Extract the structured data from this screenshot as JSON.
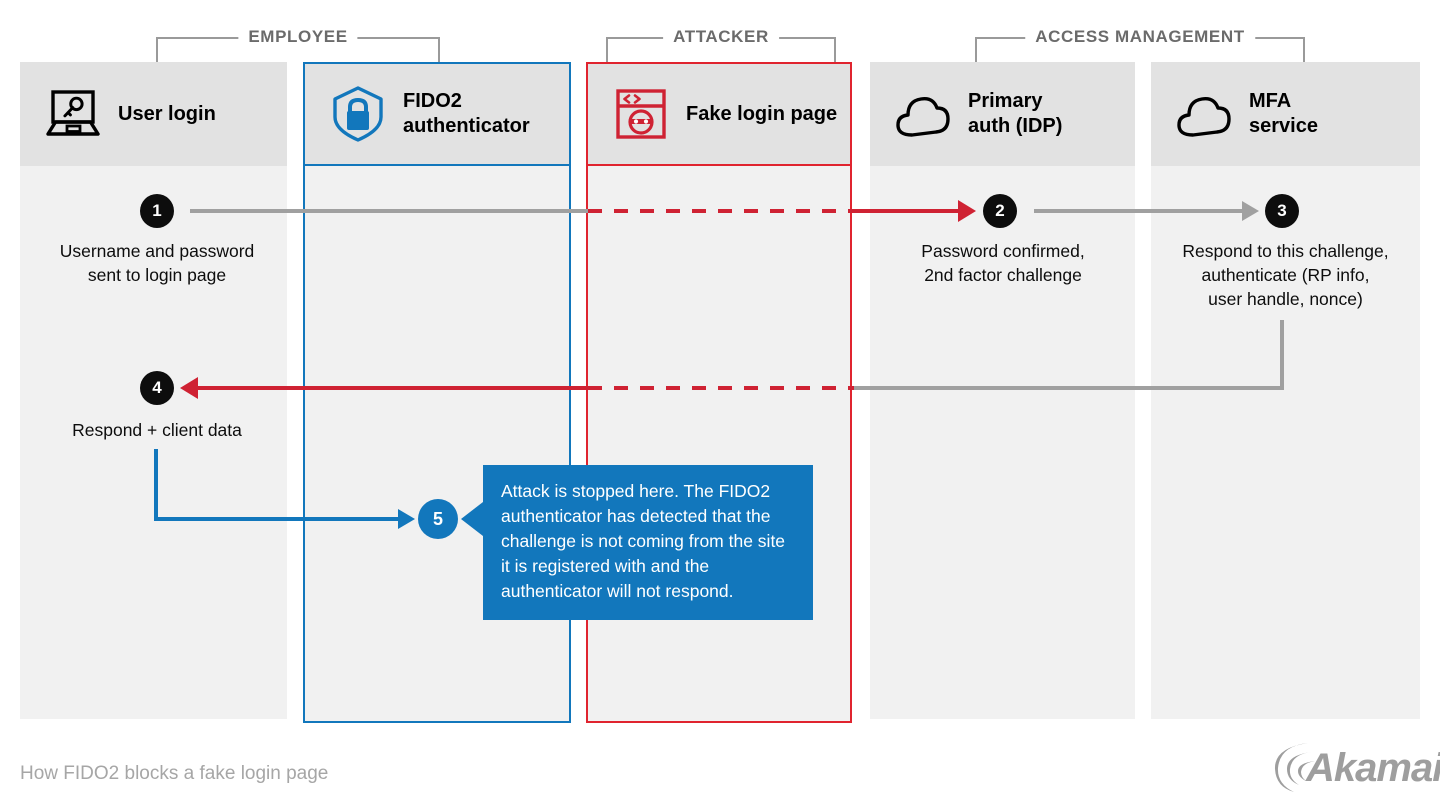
{
  "caption": "How FIDO2 blocks a fake login page",
  "brand": {
    "name": "Akamai",
    "logo_color": "#9e9e9e"
  },
  "colors": {
    "employee_accent": "#1277bc",
    "attacker_accent": "#e0242f",
    "flow_gray": "#a0a0a0",
    "flow_red": "#cf2233",
    "column_bg": "#f1f1f1",
    "column_header_bg": "#e2e2e2",
    "badge_bg": "#0d0d0d"
  },
  "groups": [
    {
      "label": "EMPLOYEE"
    },
    {
      "label": "ATTACKER"
    },
    {
      "label": "ACCESS MANAGEMENT"
    }
  ],
  "columns": [
    {
      "title": "User login",
      "icon": "laptop-key-icon",
      "accent": "none"
    },
    {
      "title": "FIDO2\nauthenticator",
      "icon": "shield-lock-icon",
      "accent": "blue"
    },
    {
      "title": "Fake login page",
      "icon": "fake-browser-icon",
      "accent": "red"
    },
    {
      "title": "Primary\nauth (IDP)",
      "icon": "cloud-icon",
      "accent": "none"
    },
    {
      "title": "MFA\nservice",
      "icon": "cloud-icon",
      "accent": "none"
    }
  ],
  "steps": [
    {
      "number": "1",
      "text": "Username and password\nsent to login page"
    },
    {
      "number": "2",
      "text": "Password confirmed,\n2nd factor challenge"
    },
    {
      "number": "3",
      "text": "Respond to this challenge,\nauthenticate (RP info,\nuser handle, nonce)"
    },
    {
      "number": "4",
      "text": "Respond + client data"
    },
    {
      "number": "5",
      "text": ""
    }
  ],
  "callout": {
    "text": "Attack is stopped here. The FIDO2 authenticator has detected that the challenge is not coming from the site it is registered with and the authenticator will not respond."
  }
}
